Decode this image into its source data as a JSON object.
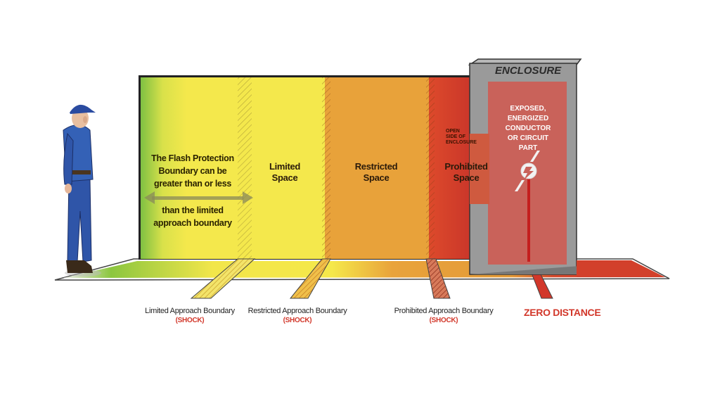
{
  "zones": {
    "flash_text_line1": "The Flash Protection",
    "flash_text_line2": "Boundary can be",
    "flash_text_line3": "greater than or less",
    "flash_text_line4": "than the limited",
    "flash_text_line5": "approach boundary",
    "limited_line1": "Limited",
    "limited_line2": "Space",
    "restricted_line1": "Restricted",
    "restricted_line2": "Space",
    "prohibited_line1": "Prohibited",
    "prohibited_line2": "Space"
  },
  "enclosure": {
    "title": "ENCLOSURE",
    "conductor_line1": "EXPOSED,",
    "conductor_line2": "ENERGIZED",
    "conductor_line3": "CONDUCTOR",
    "conductor_line4": "OR CIRCUIT",
    "conductor_line5": "PART",
    "open_line1": "OPEN",
    "open_line2": "SIDE OF",
    "open_line3": "ENCLOSURE"
  },
  "boundaries": {
    "limited": "Limited Approach Boundary",
    "restricted": "Restricted Approach Boundary",
    "prohibited": "Prohibited Approach Boundary",
    "shock": "(SHOCK)",
    "zero": "ZERO DISTANCE"
  },
  "colors": {
    "green": "#8cc63f",
    "yellow": "#f5e84a",
    "orange": "#e8a23a",
    "red": "#d9492d",
    "enclosure_gray": "#9a9a9a",
    "accent_red": "#d2372a"
  },
  "icons": [
    "worker-figure",
    "lightning-bolt-icon",
    "double-arrow-icon"
  ]
}
